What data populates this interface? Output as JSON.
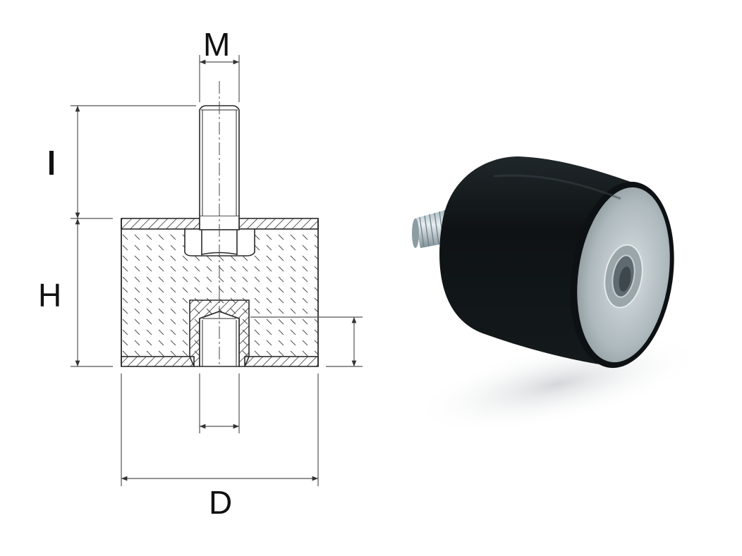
{
  "diagram": {
    "title": "Cylindrical rubber vibration isolator (male/female) dimension drawing",
    "labels": {
      "thread": "M",
      "stud_length": "l",
      "height": "H",
      "diameter": "D"
    },
    "colors": {
      "line": "#2a2a2a",
      "dim_line": "#555555",
      "rubber": "#151a1c",
      "metal_plate": "#b9c3c7",
      "stud": "#c8d2d8"
    }
  },
  "photo": {
    "description": "Black rubber cylinder mount with threaded stud and galvanized steel end plate with female threaded insert"
  }
}
